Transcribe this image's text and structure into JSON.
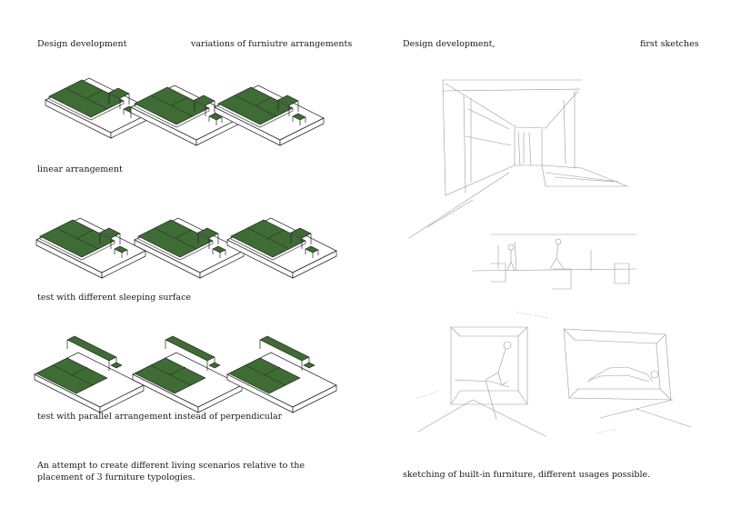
{
  "left_page": {
    "header_left": "Design development",
    "header_right": "variations of furniutre arrangements",
    "captions": [
      "linear arrangement",
      "test with different sleeping surface",
      "test with parallel arrangement instead of perpendicular"
    ],
    "description": "An attempt to create different living scenarios relative to the placement of 3 furniture typologies."
  },
  "right_page": {
    "header_left": "Design development,",
    "header_right": "first sketches",
    "caption": "sketching of built-in furniture, different usages possible."
  },
  "colors": {
    "furniture_green": "#3f6b35",
    "outline": "#1f1f1f",
    "pencil": "#9a9a9a"
  }
}
